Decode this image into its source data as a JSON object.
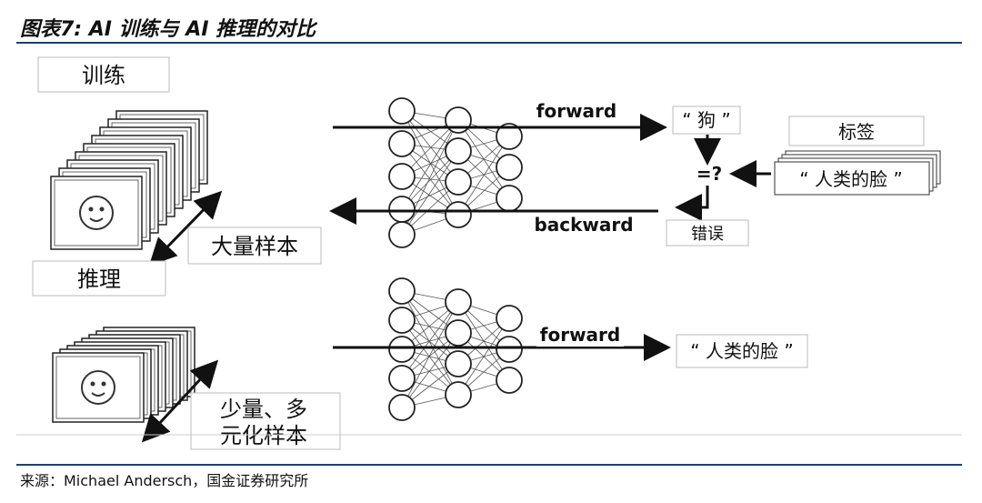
{
  "figure": {
    "title": "图表7:  AI 训练与 AI 推理的对比",
    "source": "来源：Michael Andersch，国金证券研究所"
  },
  "training": {
    "label": "训练",
    "samples": "大量样本",
    "forward": "forward",
    "backward": "backward",
    "output": "“ 狗 ”",
    "compare": "=?",
    "ground_truth_label": "标签",
    "ground_truth_value": "“      人类的脸      ”",
    "error": "错误"
  },
  "inference": {
    "label": "推理",
    "samples_line1": "少量、多",
    "samples_line2": "元化样本",
    "forward": "forward",
    "output": "“     人类的脸     ”"
  }
}
